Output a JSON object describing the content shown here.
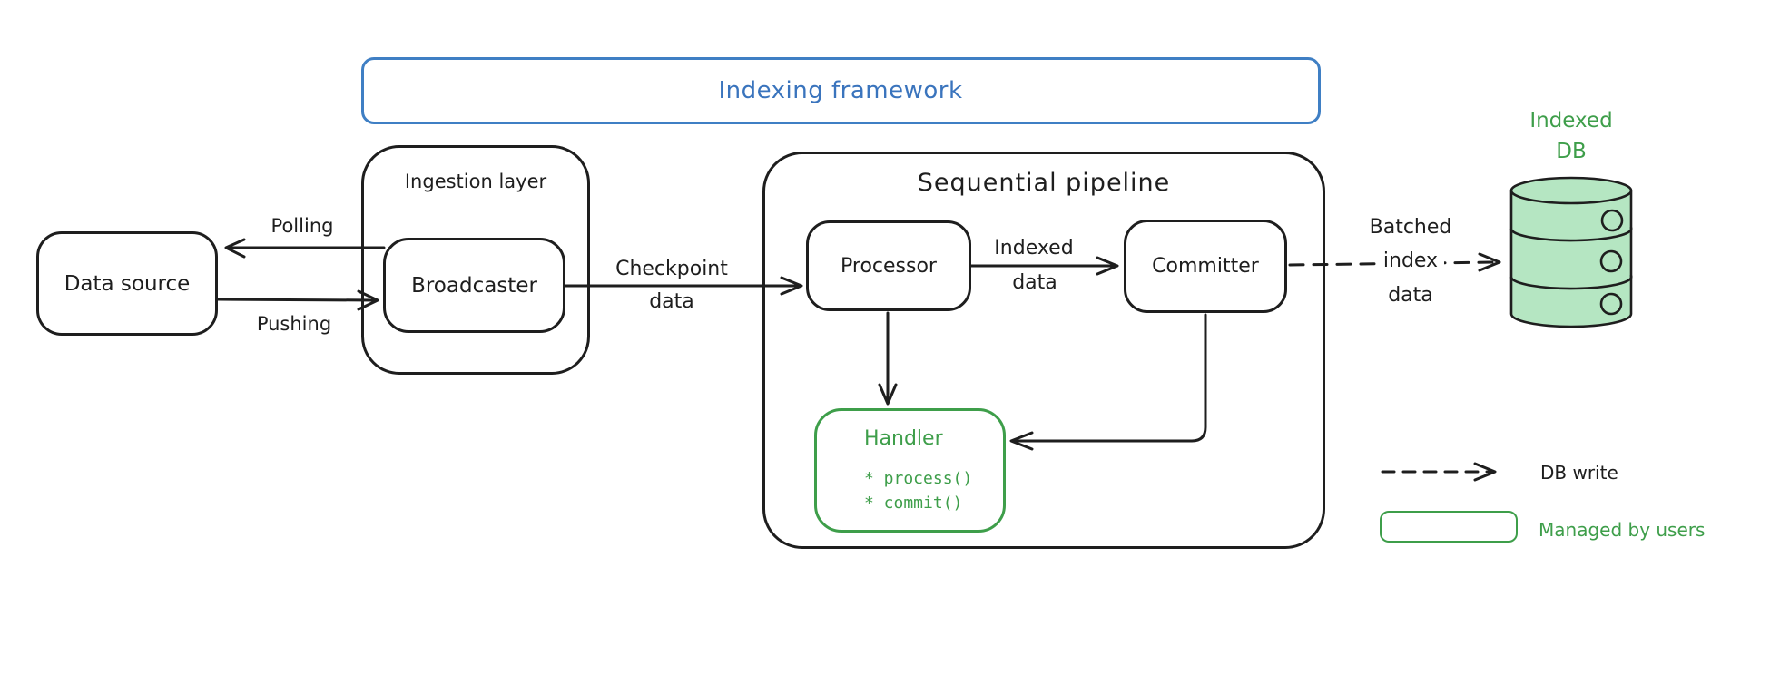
{
  "colors": {
    "ink": "#1e1e1e",
    "blue_text": "#3a74bd",
    "blue_border": "#3f7fc4",
    "green": "#3e9e4a",
    "green_fill": "#b5e6c2"
  },
  "framework": {
    "title": "Indexing framework"
  },
  "nodes": {
    "data_source": "Data source",
    "ingestion_layer": "Ingestion layer",
    "broadcaster": "Broadcaster",
    "pipeline": "Sequential pipeline",
    "processor": "Processor",
    "committer": "Committer",
    "handler": {
      "title": "Handler",
      "methods": [
        "* process()",
        "* commit()"
      ]
    },
    "indexed_db": {
      "line1": "Indexed",
      "line2": "DB"
    }
  },
  "edges": {
    "polling": "Polling",
    "pushing": "Pushing",
    "checkpoint": [
      "Checkpoint",
      "data"
    ],
    "indexed": [
      "Indexed",
      "data"
    ],
    "batched": [
      "Batched",
      "index",
      "data"
    ]
  },
  "legend": {
    "db_write": "DB write",
    "managed_by_users": "Managed by users"
  }
}
